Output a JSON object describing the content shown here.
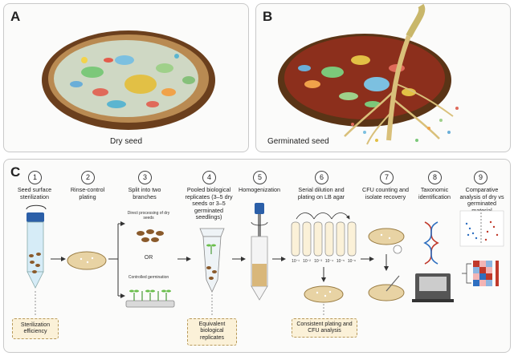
{
  "panels": {
    "a": {
      "label": "A",
      "caption": "Dry seed"
    },
    "b": {
      "label": "B",
      "caption": "Germinated seed"
    },
    "c": {
      "label": "C"
    }
  },
  "steps": [
    {
      "num": "1",
      "text": "Seed surface sterilization"
    },
    {
      "num": "2",
      "text": "Rinse-control plating"
    },
    {
      "num": "3",
      "text": "Split into two branches"
    },
    {
      "num": "4",
      "text": "Pooled biological replicates (3–5 dry seeds or 3–5 germinated seedlings)"
    },
    {
      "num": "5",
      "text": "Homogenization"
    },
    {
      "num": "6",
      "text": "Serial dilution and plating on LB agar"
    },
    {
      "num": "7",
      "text": "CFU counting and isolate recovery"
    },
    {
      "num": "8",
      "text": "Taxonomic identification"
    },
    {
      "num": "9",
      "text": "Comparative analysis of dry vs germinated material"
    }
  ],
  "branches": {
    "direct": "Direct processing of dry seeds",
    "or": "OR",
    "controlled": "Controlled germination"
  },
  "notes": {
    "sterilization": "Sterilization efficiency",
    "equivalent": "Equivalent biological replicates",
    "consistent": "Consistent plating and CFU analysis"
  },
  "dilutions": [
    "10⁻¹",
    "10⁻²",
    "10⁻³",
    "10⁻⁴",
    "10⁻⁵",
    "10⁻⁶"
  ],
  "colors": {
    "seed_coat": "#8a5a2b",
    "agar": "#e8d3a4",
    "tube_cap": "#2b5fa8",
    "dna_red": "#c0392b",
    "dna_blue": "#2e6fc0"
  }
}
